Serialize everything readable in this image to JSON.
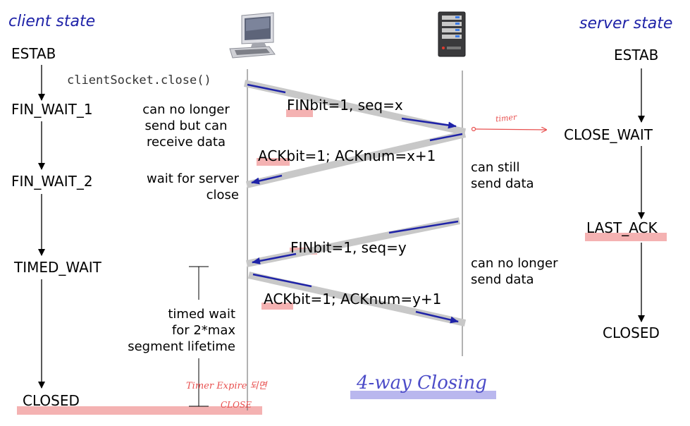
{
  "headers": {
    "client": "client state",
    "server": "server state"
  },
  "client_states": [
    "ESTAB",
    "FIN_WAIT_1",
    "FIN_WAIT_2",
    "TIMED_WAIT",
    "CLOSED"
  ],
  "server_states": [
    "ESTAB",
    "CLOSE_WAIT",
    "LAST_ACK",
    "CLOSED"
  ],
  "client_call": "clientSocket.close()",
  "messages": [
    "FINbit=1, seq=x",
    "ACKbit=1; ACKnum=x+1",
    "FINbit=1, seq=y",
    "ACKbit=1; ACKnum=y+1"
  ],
  "notes": {
    "fin_wait_1": "can no longer\nsend but can\nreceive data",
    "fin_wait_2": "wait for server\nclose",
    "close_wait": "can still\nsend data",
    "last_ack": "can no longer\nsend data",
    "timed_wait": "timed wait\nfor 2*max\nsegment lifetime"
  },
  "handwritten": {
    "timer": "timer",
    "expire": "Timer Expire 되면",
    "close": "CLOSE",
    "four_way": "4-way Closing"
  },
  "colors": {
    "accent": "#1f23a8",
    "highlight_red": "#f4b2b2",
    "highlight_blue": "#b9b7ee",
    "ink_red": "#e8504f"
  },
  "icons": [
    "desktop-computer-icon",
    "server-tower-icon"
  ]
}
